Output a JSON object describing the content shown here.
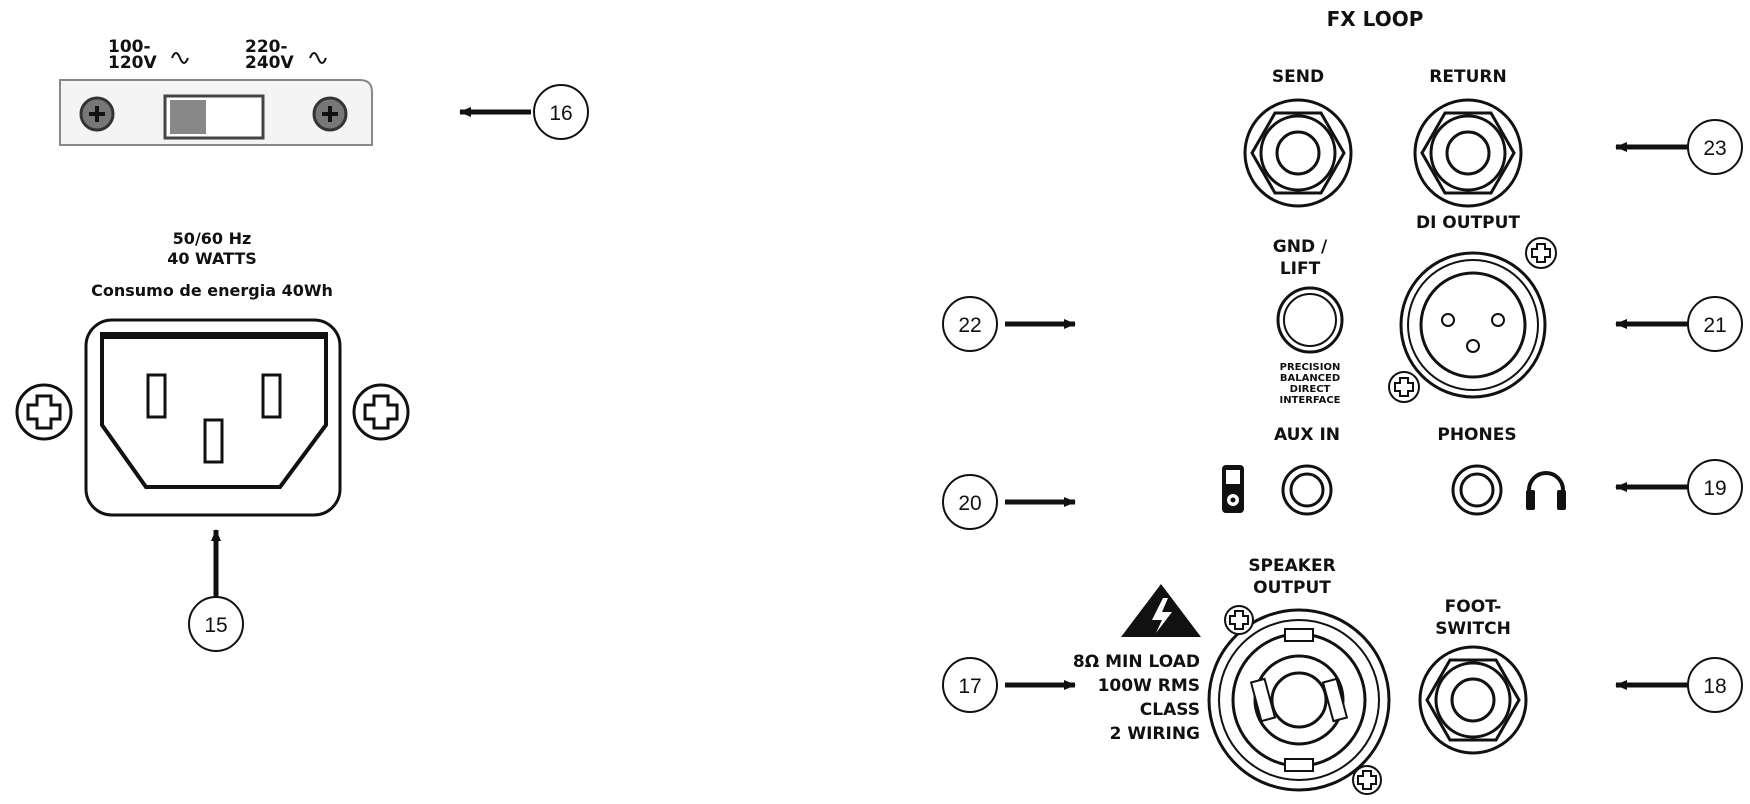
{
  "power": {
    "voltage_low": [
      "100-",
      "120V"
    ],
    "voltage_high": [
      "220-",
      "240V"
    ],
    "rating_line1": "50/60 Hz",
    "rating_line2": "40 WATTS",
    "rating_line3": "Consumo de energia 40Wh"
  },
  "fx_loop": {
    "title": "FX LOOP",
    "send": "SEND",
    "return": "RETURN"
  },
  "di": {
    "output": "DI OUTPUT",
    "gnd_lift": [
      "GND /",
      "LIFT"
    ],
    "note": [
      "PRECISION",
      "BALANCED",
      "DIRECT",
      "INTERFACE"
    ]
  },
  "aux_in": "AUX IN",
  "phones": "PHONES",
  "speaker": {
    "title": [
      "SPEAKER",
      "OUTPUT"
    ],
    "spec": [
      "8Ω MIN LOAD",
      "100W RMS",
      "CLASS",
      "2 WIRING"
    ]
  },
  "footswitch": [
    "FOOT-",
    "SWITCH"
  ],
  "callouts": [
    "15",
    "16",
    "17",
    "18",
    "19",
    "20",
    "21",
    "22",
    "23"
  ]
}
